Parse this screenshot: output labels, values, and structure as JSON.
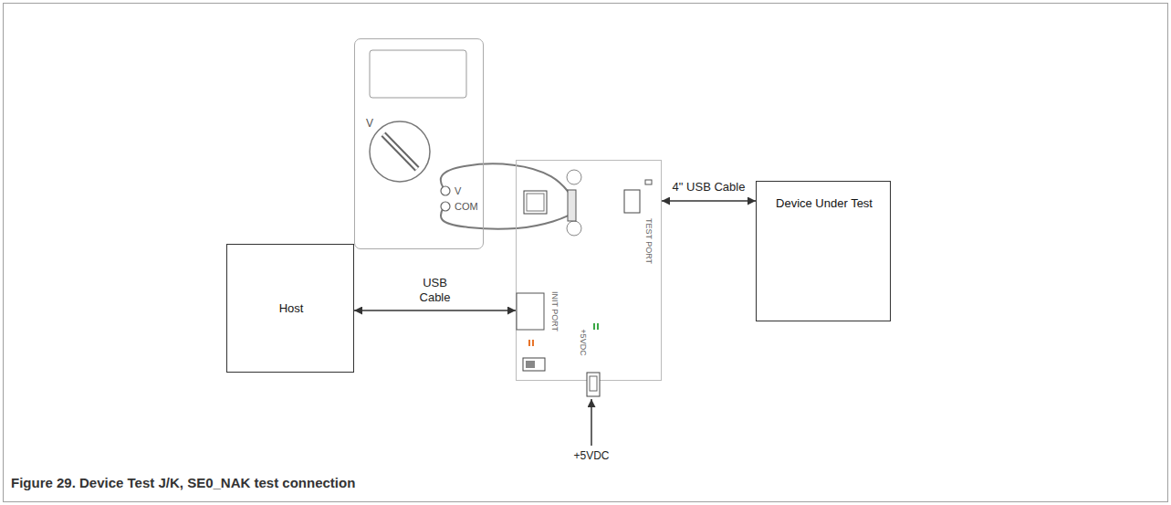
{
  "diagram": {
    "caption": "Figure 29. Device Test J/K, SE0_NAK test connection",
    "nodes": [
      {
        "text": [
          "V",
          "V",
          "COM"
        ]
      },
      {
        "text": [
          "Host"
        ]
      },
      {
        "text": [
          "TEST PORT",
          "INIT PORT",
          "+5VDC"
        ]
      },
      {
        "text": [
          "Device Under Test"
        ]
      }
    ],
    "edges": [
      {
        "from": 0,
        "to": 2,
        "arrow": "none"
      },
      {
        "from": 1,
        "to": 2,
        "label": "USB Cable",
        "arrow": "both"
      },
      {
        "from": 2,
        "to": 3,
        "label": "4\" USB Cable",
        "arrow": "both"
      }
    ],
    "labels": [
      "+5VDC"
    ]
  }
}
